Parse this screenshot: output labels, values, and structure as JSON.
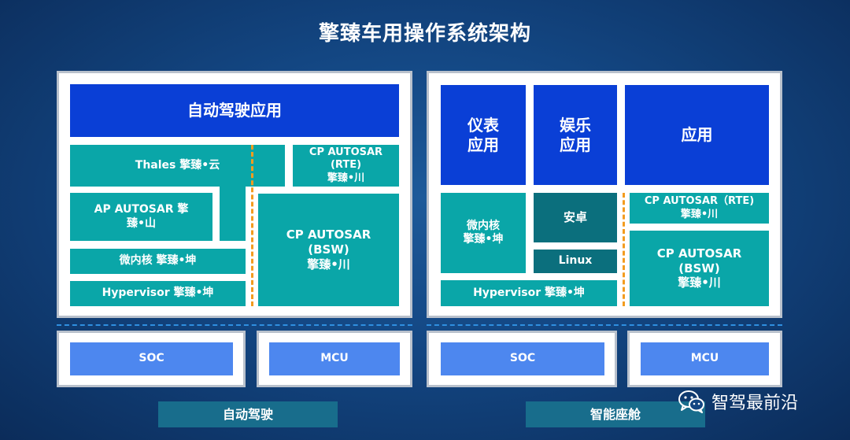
{
  "title": "擎臻车用操作系统架构",
  "left": {
    "app": "自动驾驶应用",
    "thales": "Thales 擎臻•云",
    "cp_rte": "CP AUTOSAR\n(RTE)\n擎臻•川",
    "ap": "AP AUTOSAR 擎\n臻•山",
    "microkernel": "微内核 擎臻•坤",
    "hypervisor": "Hypervisor 擎臻•坤",
    "cp_bsw": "CP AUTOSAR\n(BSW)\n擎臻•川",
    "soc": "SOC",
    "mcu": "MCU",
    "label": "自动驾驶"
  },
  "right": {
    "cluster": "仪表\n应用",
    "entertainment": "娱乐\n应用",
    "app": "应用",
    "microkernel": "微内核\n擎臻•坤",
    "android": "安卓",
    "linux": "Linux",
    "cp_rte": "CP AUTOSAR（RTE)\n擎臻•川",
    "cp_bsw": "CP AUTOSAR\n(BSW)\n擎臻•川",
    "hypervisor": "Hypervisor 擎臻•坤",
    "soc": "SOC",
    "mcu": "MCU",
    "label": "智能座舱"
  },
  "watermark": "智驾最前沿",
  "colors": {
    "app_blue": "#0a3fd6",
    "teal": "#0aa6a8",
    "dark_teal": "#0b6f7d",
    "hw_blue": "#4d87ef",
    "dash_orange": "#f39c1f",
    "dash_blue": "#2f8fe0"
  }
}
